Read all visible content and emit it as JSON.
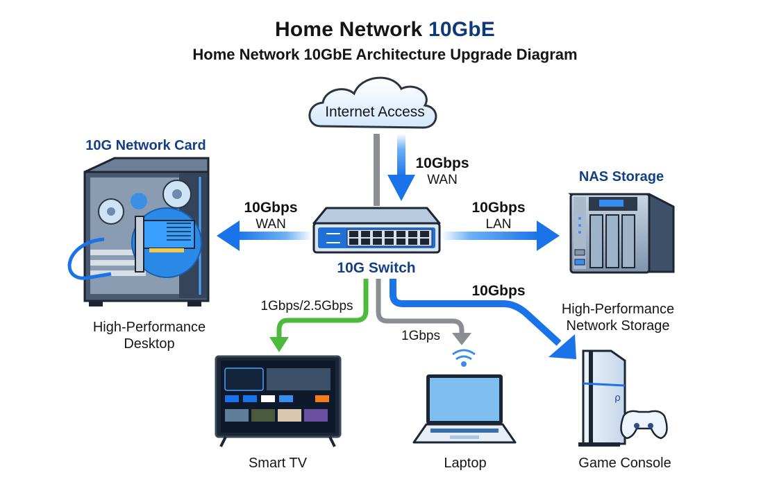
{
  "title": {
    "main_prefix": "Home Network",
    "main_accent": "10GbE",
    "subtitle": "Home Network 10GbE Architecture Upgrade Diagram"
  },
  "nodes": {
    "internet": {
      "label": "Internet Access",
      "icon": "cloud-icon"
    },
    "switch": {
      "label": "10G Switch",
      "icon": "network-switch-icon"
    },
    "desktop": {
      "top_label": "10G Network Card",
      "label_line1": "High-Performance",
      "label_line2": "Desktop",
      "icon": "desktop-tower-icon"
    },
    "nas": {
      "top_label": "NAS Storage",
      "icon": "nas-icon"
    },
    "smart_tv": {
      "label": "Smart TV",
      "icon": "tv-icon"
    },
    "laptop": {
      "label": "Laptop",
      "icon": "laptop-icon"
    },
    "game_console": {
      "label_line1": "High-Performance",
      "label_line2": "Network Storage",
      "label": "Game Console",
      "icon": "game-console-icon"
    }
  },
  "links": {
    "internet_to_switch": {
      "speed": "10Gbps",
      "type": "WAN",
      "color": "#1a73e8"
    },
    "switch_to_desktop": {
      "speed": "10Gbps",
      "type": "WAN",
      "color": "#1a73e8"
    },
    "switch_to_nas": {
      "speed": "10Gbps",
      "type": "LAN",
      "color": "#1a73e8"
    },
    "switch_to_tv": {
      "speed": "1Gbps/2.5Gbps",
      "color": "#4cbb3c"
    },
    "switch_to_laptop": {
      "speed": "1Gbps",
      "color": "#8a8d91"
    },
    "switch_to_console": {
      "speed": "10Gbps",
      "color": "#1a73e8"
    }
  },
  "colors": {
    "accent_blue": "#1a73e8",
    "title_blue": "#0f3a78",
    "green_link": "#4cbb3c",
    "gray_link": "#8a8d91"
  }
}
